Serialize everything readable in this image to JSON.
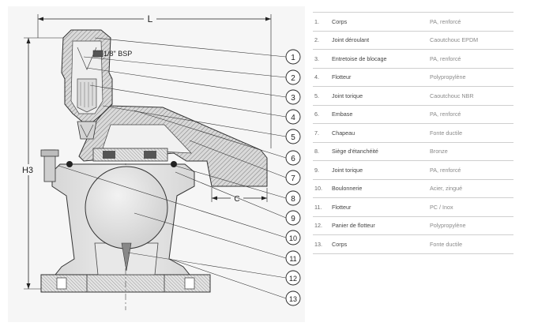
{
  "drawing": {
    "dim_length": "L",
    "dim_height": "H3",
    "dim_c": "C",
    "bsp_note": "1/8\" BSP",
    "callouts": [
      "1",
      "2",
      "3",
      "4",
      "5",
      "6",
      "7",
      "8",
      "9",
      "10",
      "11",
      "12",
      "13"
    ]
  },
  "parts": [
    {
      "num": "1.",
      "name": "Corps",
      "material": "PA, renforcé"
    },
    {
      "num": "2.",
      "name": "Joint déroulant",
      "material": "Caoutchouc EPDM"
    },
    {
      "num": "3.",
      "name": "Entretoise de blocage",
      "material": "PA, renforcé"
    },
    {
      "num": "4.",
      "name": "Flotteur",
      "material": "Polypropylène"
    },
    {
      "num": "5.",
      "name": "Joint torique",
      "material": "Caoutchouc NBR"
    },
    {
      "num": "6.",
      "name": "Embase",
      "material": "PA, renforcé"
    },
    {
      "num": "7.",
      "name": "Chapeau",
      "material": "Fonte ductile"
    },
    {
      "num": "8.",
      "name": "Siège d'étanchéité",
      "material": "Bronze"
    },
    {
      "num": "9.",
      "name": "Joint torique",
      "material": "PA, renforcé"
    },
    {
      "num": "10.",
      "name": "Boulonnerie",
      "material": "Acier, zingué"
    },
    {
      "num": "11.",
      "name": "Flotteur",
      "material": "PC / Inox"
    },
    {
      "num": "12.",
      "name": "Panier de flotteur",
      "material": "Polypropylène"
    },
    {
      "num": "13.",
      "name": "Corps",
      "material": "Fonte ductile"
    }
  ]
}
